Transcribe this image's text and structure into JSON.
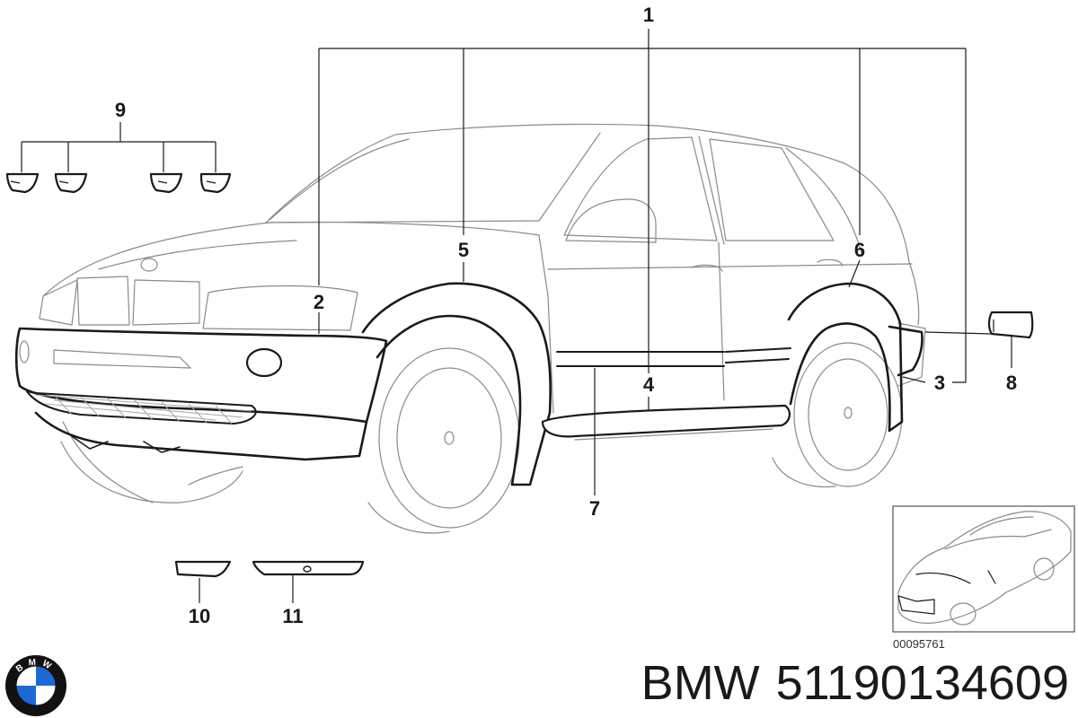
{
  "callouts": [
    {
      "id": "1",
      "label": "1"
    },
    {
      "id": "2",
      "label": "2"
    },
    {
      "id": "3",
      "label": "3"
    },
    {
      "id": "4",
      "label": "4"
    },
    {
      "id": "5",
      "label": "5"
    },
    {
      "id": "6",
      "label": "6"
    },
    {
      "id": "7",
      "label": "7"
    },
    {
      "id": "8",
      "label": "8"
    },
    {
      "id": "9",
      "label": "9"
    },
    {
      "id": "10",
      "label": "10"
    },
    {
      "id": "11",
      "label": "11"
    }
  ],
  "inset": {
    "reference_code": "00095761"
  },
  "caption": {
    "brand": "BMW",
    "part_number": "51190134609"
  },
  "logo": {
    "letters": "BMW",
    "icon": "bmw-roundel-icon",
    "colors": {
      "blue": "#1c69d4",
      "ring": "#111111",
      "white": "#ffffff"
    }
  }
}
